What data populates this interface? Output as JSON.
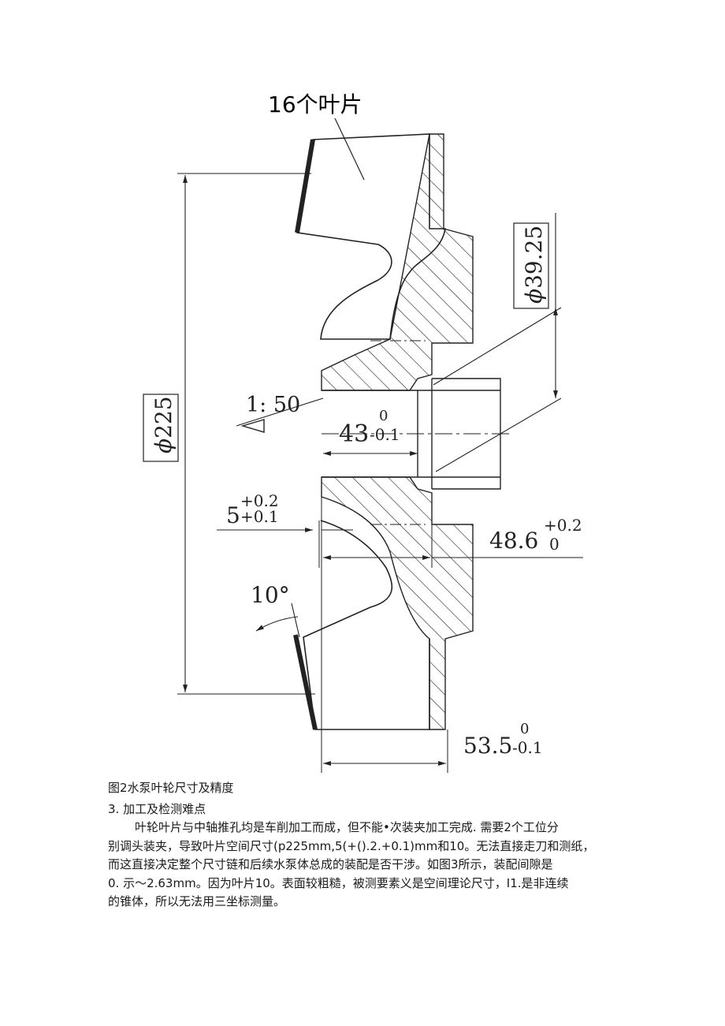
{
  "figure": {
    "blade_count_label": "16个叶片",
    "dims": {
      "d225_symbol": "ϕ",
      "d225_value": "225",
      "d3925_symbol": "ϕ",
      "d3925_value": "39.25",
      "taper": "1: 50",
      "len43_main": "43",
      "len43_up": "0",
      "len43_low": "-0.1",
      "len5_main": "5",
      "len5_up": "+0.2",
      "len5_low": "+0.1",
      "len486_main": "48.6",
      "len486_up": "+0.2",
      "len486_low": "0",
      "angle10": "10°",
      "len535_main": "53.5",
      "len535_up": "0",
      "len535_low": "-0.1"
    }
  },
  "caption": "图2水泵叶轮尺寸及精度",
  "section_title": "3. 加工及检测难点",
  "paragraph_lines": [
    "叶轮叶片与中轴推孔均是车削加工而成，但不能•次装夹加工完成. 需要2个工位分",
    "别调头装夹，导致叶片空间尺寸(p225mm,5(+().2.+0.1)mm和10。无法直接走刀和测纸，",
    "而这直接决定整个尺寸链和后续水泵体总成的装配是否干涉。如图3所示，装配间隙是",
    "0. 示～2.63mm。因为叶片10。表面较粗糙，被测要素义是空间理论尺寸，I1.是非连续",
    "的锥体，所以无法用三坐标测量。"
  ]
}
